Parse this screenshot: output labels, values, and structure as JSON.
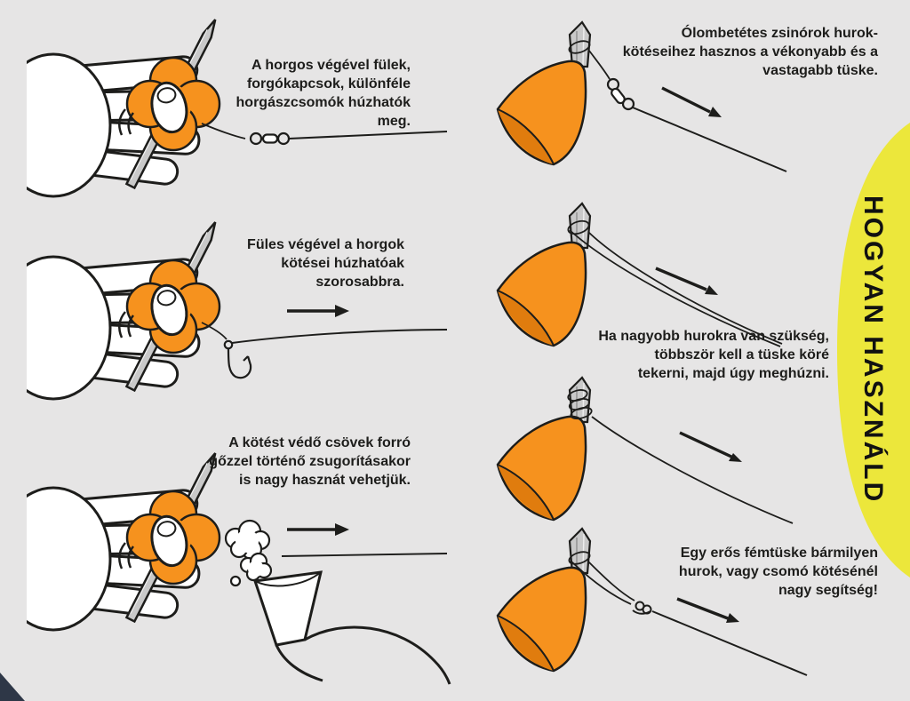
{
  "page": {
    "background": "#e6e5e5"
  },
  "banner": {
    "label": "HOGYAN HASZNÁLD",
    "fill": "#ece73b"
  },
  "colors": {
    "tool_orange": "#f6921e",
    "tool_orange_shade": "#e07c0e",
    "spike_gray": "#c9c9c9",
    "ink": "#1d1d1b",
    "hand_white": "#ffffff",
    "corner_navy": "#2e3747"
  },
  "left_steps": [
    {
      "caption": "A horgos végével fülek,\nforgókapcsok, különféle\nhorgászcsomók húzhatók\nmeg.",
      "illustration": "hand-tool-pulling-swivel"
    },
    {
      "caption": "Füles végével a horgok\nkötései húzhatóak\nszorosabbra.",
      "illustration": "hand-tool-tightening-hook-knot"
    },
    {
      "caption": "A kötést védő csövek forró\ngőzzel történő zsugorításakor\nis nagy hasznát vehetjük.",
      "illustration": "hand-tool-steam-shrinking"
    }
  ],
  "right_steps": [
    {
      "caption": "Ólombetétes zsinórok hurok-\nkötéseihez hasznos a vékonyabb és a\nvastagabb tüske.",
      "illustration": "spike-tool-with-swivel"
    },
    {
      "caption": "",
      "illustration": "spike-tool-single-loop"
    },
    {
      "caption": "Ha nagyobb hurokra van szükség,\ntöbbször kell a tüske köré\ntekerni, majd úgy meghúzni.",
      "illustration": "spike-tool-multiple-wraps"
    },
    {
      "caption": "Egy erős fémtüske bármilyen\nhurok, vagy csomó kötésénél\nnagy segítség!",
      "illustration": "spike-tool-knot"
    }
  ]
}
